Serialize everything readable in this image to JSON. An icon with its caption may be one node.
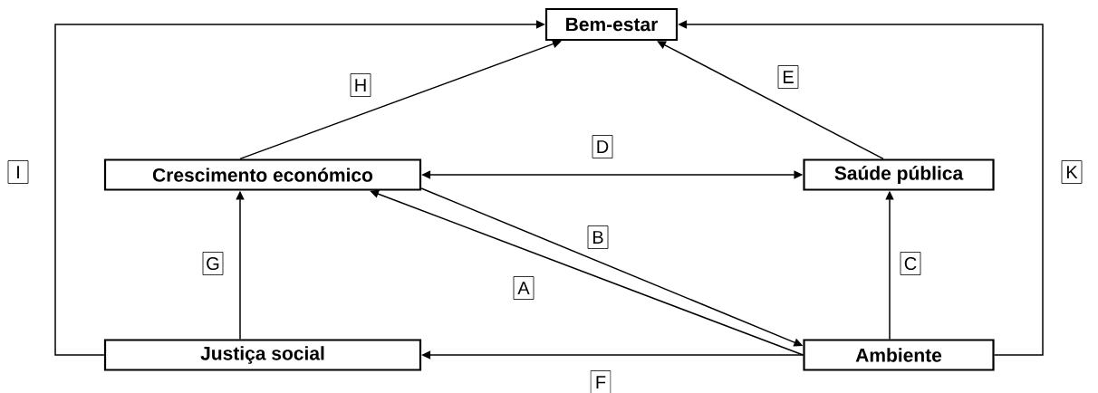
{
  "diagram": {
    "nodes": [
      {
        "text": [
          "Bem-estar"
        ]
      },
      {
        "text": [
          "Crescimento económico"
        ]
      },
      {
        "text": [
          "Saúde pública"
        ]
      },
      {
        "text": [
          "Justiça social"
        ]
      },
      {
        "text": [
          "Ambiente"
        ]
      }
    ],
    "edges": [
      {
        "from": 1,
        "to": 0,
        "arrow": "to",
        "label": "H"
      },
      {
        "from": 2,
        "to": 0,
        "arrow": "to",
        "label": "E"
      },
      {
        "from": 1,
        "to": 2,
        "arrow": "both",
        "label": "D"
      },
      {
        "from": 1,
        "to": 4,
        "arrow": "to",
        "label": "B"
      },
      {
        "from": 4,
        "to": 1,
        "arrow": "to",
        "label": "A"
      },
      {
        "from": 4,
        "to": 2,
        "arrow": "to",
        "label": "C"
      },
      {
        "from": 3,
        "to": 1,
        "arrow": "to",
        "label": "G"
      },
      {
        "from": 4,
        "to": 3,
        "arrow": "to",
        "label": "F"
      },
      {
        "from": 3,
        "to": 0,
        "arrow": "to",
        "label": "I"
      },
      {
        "from": 4,
        "to": 0,
        "arrow": "to",
        "label": "K"
      }
    ]
  }
}
